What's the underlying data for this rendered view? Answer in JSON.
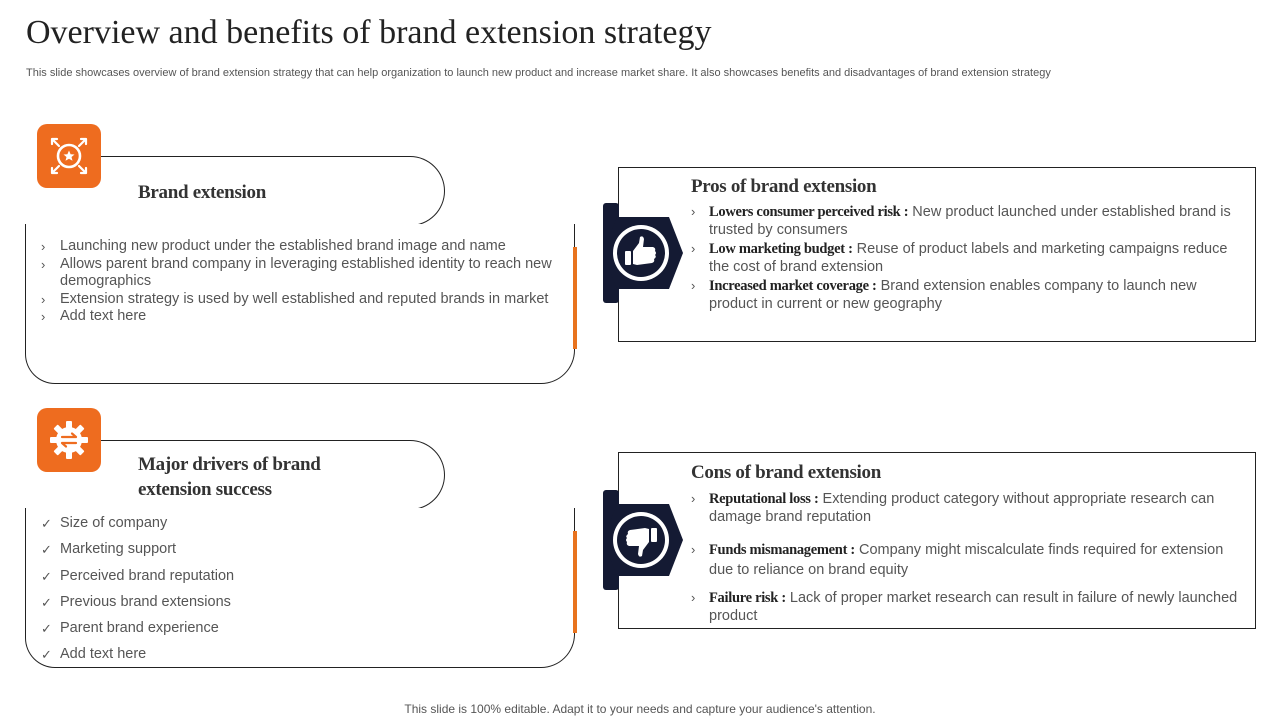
{
  "header": {
    "title": "Overview and benefits of brand extension strategy",
    "subtitle": "This slide showcases overview of brand extension strategy that can help organization to launch new product and increase market share. It also showcases benefits and disadvantages of brand extension strategy"
  },
  "brand_extension": {
    "icon": "star-badge-icon",
    "heading": "Brand extension",
    "items": [
      "Launching new product under the established brand image and name",
      "Allows parent brand company in leveraging established identity to reach new demographics",
      "Extension strategy is used by well established and reputed brands in market",
      "Add text here"
    ]
  },
  "drivers": {
    "icon": "gear-icon",
    "heading_line1": "Major drivers of brand",
    "heading_line2": "extension success",
    "items": [
      "Size of company",
      "Marketing support",
      "Perceived brand reputation",
      "Previous brand extensions",
      "Parent brand experience",
      "Add text here"
    ]
  },
  "pros": {
    "icon": "thumbs-up-icon",
    "heading": "Pros of brand extension",
    "items": [
      {
        "label": "Lowers consumer perceived risk :",
        "text": " New product launched under established brand is trusted by consumers"
      },
      {
        "label": "Low marketing budget :",
        "text": " Reuse of product labels and marketing campaigns reduce the cost of brand extension"
      },
      {
        "label": "Increased market coverage :",
        "text": " Brand extension enables company to launch new product in current or new geography"
      }
    ]
  },
  "cons": {
    "icon": "thumbs-down-icon",
    "heading": "Cons of brand extension",
    "items": [
      {
        "label": "Reputational loss :",
        "text": " Extending product category without appropriate research can damage brand reputation"
      },
      {
        "label": "Funds mismanagement :",
        "text": " Company might miscalculate finds required for extension due to reliance on brand equity"
      },
      {
        "label": "Failure risk :",
        "text": " Lack of proper market research can result in failure of newly launched product"
      }
    ]
  },
  "markers": {
    "arrow": "›",
    "check": "✓"
  },
  "colors": {
    "accent": "#ee6c1f",
    "navy": "#141a33",
    "border": "#222222",
    "text": "#555555"
  },
  "footer": {
    "text": "This slide is 100% editable. Adapt it to your needs and capture your audience's attention."
  }
}
